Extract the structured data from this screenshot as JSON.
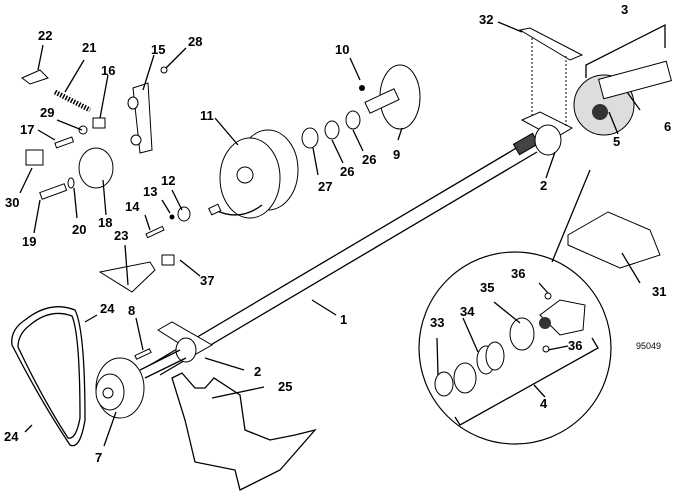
{
  "drawing_id": "95049",
  "labels": {
    "p1": "1",
    "p2a": "2",
    "p2b": "2",
    "p3": "3",
    "p4": "4",
    "p5": "5",
    "p6": "6",
    "p7": "7",
    "p8": "8",
    "p9": "9",
    "p10": "10",
    "p11": "11",
    "p12": "12",
    "p13": "13",
    "p14": "14",
    "p15": "15",
    "p16": "16",
    "p17": "17",
    "p18": "18",
    "p19": "19",
    "p20": "20",
    "p21": "21",
    "p22": "22",
    "p23": "23",
    "p24a": "24",
    "p24b": "24",
    "p25": "25",
    "p26a": "26",
    "p26b": "26",
    "p27": "27",
    "p28": "28",
    "p29": "29",
    "p30": "30",
    "p31": "31",
    "p32": "32",
    "p33": "33",
    "p34": "34",
    "p35": "35",
    "p36a": "36",
    "p36b": "36",
    "p37": "37"
  }
}
